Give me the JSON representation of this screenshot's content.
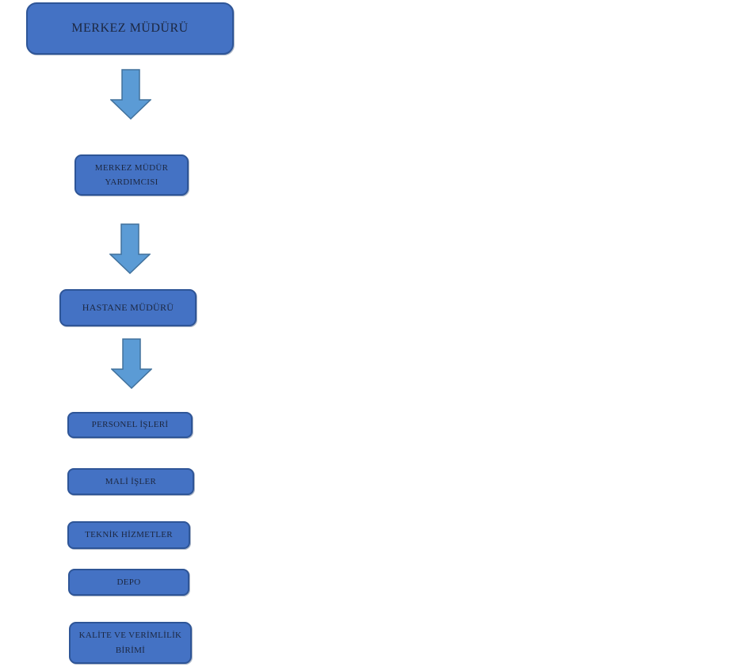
{
  "diagram": {
    "type": "org-chart",
    "colors": {
      "box_fill": "#4472C4",
      "box_border": "#2E5597",
      "arrow_fill": "#5B9BD5",
      "arrow_border": "#41719C",
      "text_color": "#1C2740"
    },
    "nodes": [
      {
        "id": "merkez-muduru",
        "label": "MERKEZ MÜDÜRÜ"
      },
      {
        "id": "merkez-mudur-yardimcisi",
        "label": "MERKEZ MÜDÜR YARDIMCISI"
      },
      {
        "id": "hastane-muduru",
        "label": "HASTANE MÜDÜRÜ"
      },
      {
        "id": "personel-isleri",
        "label": "PERSONEL İŞLERİ"
      },
      {
        "id": "mali-isler",
        "label": "MALİ İŞLER"
      },
      {
        "id": "teknik-hizmetler",
        "label": "TEKNİK HİZMETLER"
      },
      {
        "id": "depo",
        "label": "DEPO"
      },
      {
        "id": "kalite-ve-verimlilik-birimi",
        "label": "KALİTE VE VERİMLİLİK BİRİMİ"
      }
    ],
    "connectors": [
      {
        "from": "merkez-muduru",
        "to": "merkez-mudur-yardimcisi",
        "shape": "block-down-arrow"
      },
      {
        "from": "merkez-mudur-yardimcisi",
        "to": "hastane-muduru",
        "shape": "block-down-arrow"
      },
      {
        "from": "hastane-muduru",
        "to": "personel-isleri",
        "shape": "block-down-arrow"
      }
    ]
  }
}
